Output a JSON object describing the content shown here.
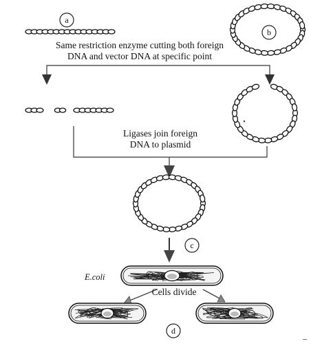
{
  "labels": {
    "a": "a",
    "b": "b",
    "c": "c",
    "d": "d"
  },
  "step1": {
    "line1": "Same restriction enzyme cutting both foreign",
    "line2": "DNA and vector DNA at specific point"
  },
  "step2": {
    "line1": "Ligases join foreign",
    "line2": "DNA to plasmid"
  },
  "organism": "E.coli",
  "step3": "Cells divide",
  "corner_mark": "–"
}
